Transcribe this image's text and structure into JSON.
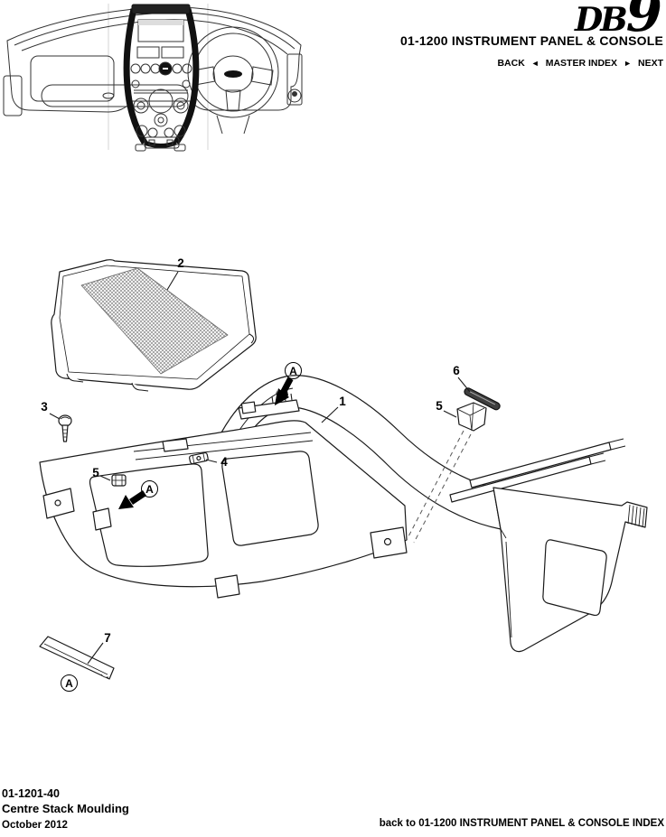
{
  "header": {
    "logo_db": "DB",
    "logo_9": "9",
    "section_title": "01-1200 INSTRUMENT PANEL & CONSOLE",
    "nav": {
      "back": "BACK",
      "back_arrow": "◄",
      "master_index": "MASTER INDEX",
      "next_arrow": "►",
      "next": "NEXT"
    }
  },
  "figure": {
    "thumbnail": "db9-dashboard-centre-stack-location-drawing",
    "callouts": {
      "n1": "1",
      "n2": "2",
      "n3": "3",
      "n4": "4",
      "n5": "5",
      "n6": "6",
      "n7": "7",
      "view_letter": "A"
    }
  },
  "footer": {
    "doc_number": "01-1201-40",
    "doc_title": "Centre Stack Moulding",
    "doc_date": "October 2012",
    "back_link": "back to 01-1200 INSTRUMENT PANEL & CONSOLE INDEX"
  },
  "colors": {
    "ink": "#1a1a1a",
    "highlight": "#222222",
    "mesh": "#8a8a8a"
  }
}
